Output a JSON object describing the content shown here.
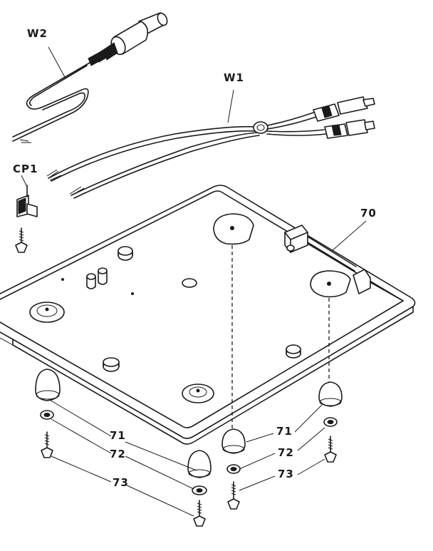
{
  "diagram": {
    "labels": {
      "cable_w2": "W2",
      "cable_w1": "W1",
      "cp1": "CP1",
      "base_70": "70",
      "foot_71_left": "71",
      "foot_71_right": "71",
      "washer_72_left": "72",
      "washer_72_right": "72",
      "screw_73_left": "73",
      "screw_73_right": "73"
    },
    "ink_color": "#1a1a1a",
    "background": "#ffffff"
  }
}
